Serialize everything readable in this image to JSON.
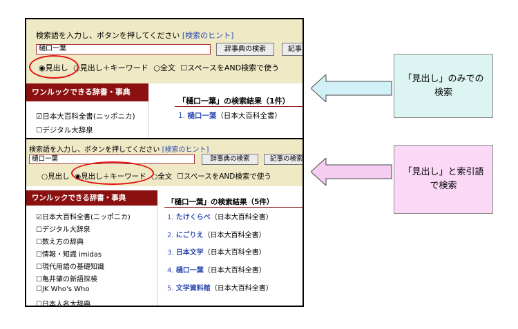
{
  "panel1": {
    "prompt": "検索語を入力し、ボタンを押してください",
    "hint": "[検索のヒント]",
    "query": "樋口一葉",
    "buttons": [
      "辞事典の検索",
      "記事"
    ],
    "options": [
      "見出し",
      "見出し＋キーワード",
      "全文"
    ],
    "and_option": "スペースをAND検索で使う",
    "selected_option": 0,
    "sidebar_header": "ワンルックできる辞書・事典",
    "dicts": [
      {
        "label": "日本大百科全書(ニッポニカ)",
        "checked": true
      },
      {
        "label": "デジタル大辞泉",
        "checked": false
      }
    ],
    "results_header": "「樋口一葉」の検索結果（1件）",
    "results": [
      {
        "num": "1.",
        "title": "樋口一葉",
        "source": "（日本大百科全書）"
      }
    ]
  },
  "panel2": {
    "prompt": "検索語を入力し、ボタンを押してください",
    "hint": "[検索のヒント]",
    "query": "樋口一葉",
    "buttons": [
      "辞事典の検索",
      "記事の検索"
    ],
    "options": [
      "見出し",
      "見出し＋キーワード",
      "全文"
    ],
    "and_option": "スペースをAND検索で使う",
    "selected_option": 1,
    "sidebar_header": "ワンルックできる辞書・事典",
    "dicts": [
      {
        "label": "日本大百科全書(ニッポニカ)",
        "checked": true
      },
      {
        "label": "デジタル大辞泉",
        "checked": false
      },
      {
        "label": "数え方の辞典",
        "checked": false
      },
      {
        "label": "情報・知識 imidas",
        "checked": false
      },
      {
        "label": "現代用語の基礎知識",
        "checked": false
      },
      {
        "label": "亀井肇の新語探検",
        "checked": false
      },
      {
        "label": "JK Who's Who",
        "checked": false
      },
      {
        "label": "日本人名大辞典",
        "checked": false
      }
    ],
    "results_header": "「樋口一葉」の検索結果（5件）",
    "results": [
      {
        "num": "1.",
        "title": "たけくらべ",
        "source": "（日本大百科全書）"
      },
      {
        "num": "2.",
        "title": "にごりえ",
        "source": "（日本大百科全書）"
      },
      {
        "num": "3.",
        "title": "日本文学",
        "source": "（日本大百科全書）"
      },
      {
        "num": "4.",
        "title": "樋口一葉",
        "source": "（日本大百科全書）"
      },
      {
        "num": "5.",
        "title": "文学資料館",
        "source": "（日本大百科全書）"
      }
    ]
  },
  "callouts": {
    "midashi": "「見出し」のみでの\n検索",
    "midashi_index": "「見出し」と索引語\nで検索"
  },
  "colors": {
    "search_bg": "#efe9c5",
    "sidebar_header": "#8b1010",
    "link": "#2f4bb3",
    "oval": "#e01010",
    "callout_green": "#dcf5f2",
    "callout_pink": "#fad8f6",
    "arrow_blue": "#d2f0f8",
    "arrow_pink": "#f5cdf2"
  }
}
